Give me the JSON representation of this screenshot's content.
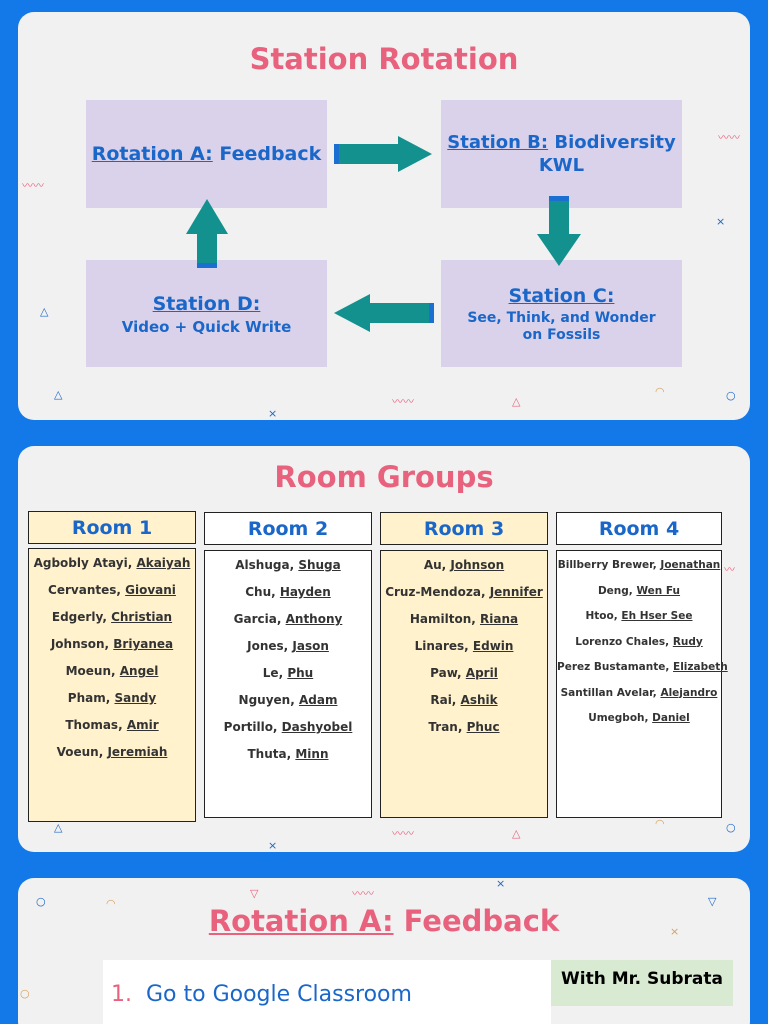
{
  "slide1": {
    "title": "Station Rotation",
    "station_a": {
      "prefix": "Rotation A:",
      "label": " Feedback"
    },
    "station_b": {
      "prefix": "Station B:",
      "label": " Biodiversity",
      "line2": "KWL"
    },
    "station_c": {
      "prefix": "Station C:",
      "sub": "See, Think, and Wonder on Fossils"
    },
    "station_d": {
      "prefix": "Station D:",
      "sub": "Video + Quick Write"
    },
    "colors": {
      "title": "#e8627e",
      "box": "#d9d2ea",
      "text": "#1a67c9",
      "arrow": "#12918f"
    }
  },
  "slide2": {
    "title": "Room Groups",
    "rooms": [
      {
        "name": "Room 1",
        "members": [
          {
            "last": "Agbobly Atayi, ",
            "first": "Akaiyah"
          },
          {
            "last": "Cervantes, ",
            "first": "Giovani"
          },
          {
            "last": "Edgerly, ",
            "first": "Christian"
          },
          {
            "last": "Johnson, ",
            "first": "Briyanea"
          },
          {
            "last": "Moeun, ",
            "first": "Angel"
          },
          {
            "last": "Pham, ",
            "first": "Sandy"
          },
          {
            "last": "Thomas, ",
            "first": "Amir"
          },
          {
            "last": "Voeun, ",
            "first": "Jeremiah"
          }
        ]
      },
      {
        "name": "Room 2",
        "members": [
          {
            "last": "Alshuga, ",
            "first": "Shuga"
          },
          {
            "last": "Chu, ",
            "first": "Hayden"
          },
          {
            "last": "Garcia, ",
            "first": "Anthony"
          },
          {
            "last": "Jones, ",
            "first": "Jason"
          },
          {
            "last": "Le, ",
            "first": "Phu"
          },
          {
            "last": "Nguyen, ",
            "first": "Adam"
          },
          {
            "last": "Portillo, ",
            "first": "Dashyobel"
          },
          {
            "last": "Thuta, ",
            "first": "Minn"
          }
        ]
      },
      {
        "name": "Room 3",
        "members": [
          {
            "last": "Au, ",
            "first": "Johnson"
          },
          {
            "last": "Cruz-Mendoza, ",
            "first": "Jennifer"
          },
          {
            "last": "Hamilton, ",
            "first": "Riana"
          },
          {
            "last": "Linares, ",
            "first": "Edwin"
          },
          {
            "last": "Paw, ",
            "first": "April"
          },
          {
            "last": "Rai, ",
            "first": "Ashik"
          },
          {
            "last": "Tran, ",
            "first": "Phuc"
          }
        ]
      },
      {
        "name": "Room 4",
        "members": [
          {
            "last": "Billberry Brewer, ",
            "first": "Joenathan"
          },
          {
            "last": "Deng, ",
            "first": "Wen Fu"
          },
          {
            "last": "Htoo, ",
            "first": "Eh Hser See"
          },
          {
            "last": "Lorenzo Chales, ",
            "first": "Rudy"
          },
          {
            "last": "Perez Bustamante, ",
            "first": "Elizabeth"
          },
          {
            "last": "Santillan Avelar, ",
            "first": "Alejandro"
          },
          {
            "last": "Umegboh, ",
            "first": "Daniel"
          }
        ]
      }
    ]
  },
  "slide3": {
    "title_prefix": "Rotation A:",
    "title_rest": " Feedback",
    "step_number": "1.",
    "step_text": "Go to Google Classroom",
    "with_label": "With Mr. Subrata"
  }
}
